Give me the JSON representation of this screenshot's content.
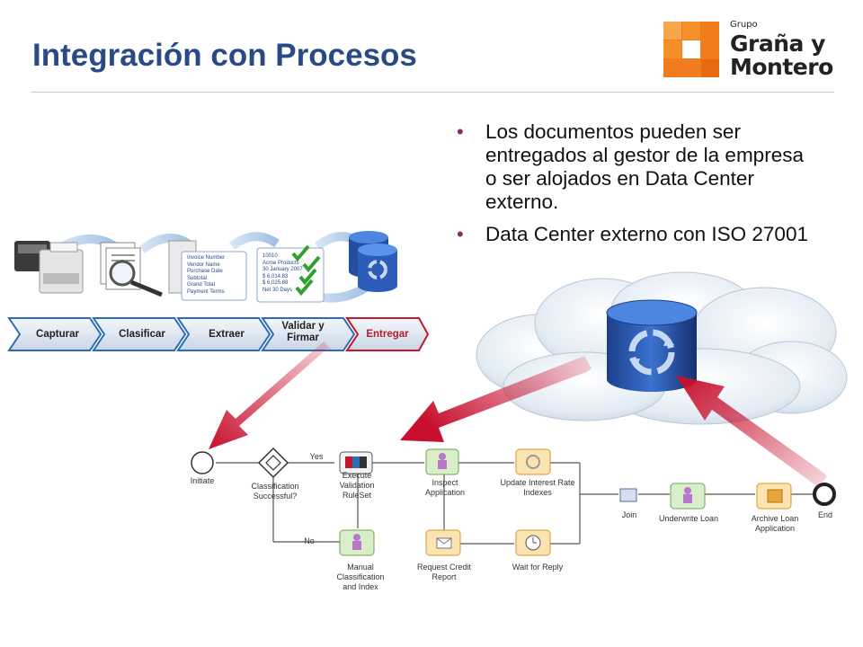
{
  "slide": {
    "title": "Integración con Procesos"
  },
  "logo": {
    "small_text": "Grupo",
    "line1": "Graña y",
    "line2": "Montero",
    "orange": "#f07c1e",
    "light_orange": "#f7a64a"
  },
  "bullets": [
    "Los documentos pueden ser entregados al gestor de la empresa o ser alojados en Data Center externo.",
    "Data Center externo con ISO 27001"
  ],
  "pipeline": {
    "steps": [
      "Capturar",
      "Clasificar",
      "Extraer",
      "Validar y Firmar",
      "Entregar"
    ],
    "step_color": "#2e6db4",
    "active_step_color": "#c0182c",
    "doc1_lines": [
      "Invoice Number",
      "Vendor Name",
      "Purchase Date",
      "Subtotal",
      "Grand Total",
      "Payment Terms"
    ],
    "doc2_lines": [
      "10010",
      "Acme Products",
      "30 January 2007",
      "$ 6,014.83",
      "$ 6,025.88",
      "Net 30 Days"
    ]
  },
  "bpmn": {
    "nodes": {
      "initiate": "Initiate",
      "classification": "Classification Successful?",
      "execute": "Execute Validation RuleSet",
      "inspect": "Inspect Application",
      "update": "Update Interest Rate Indexes",
      "manual": "Manual Classification and Index",
      "request": "Request Credit Report",
      "wait": "Wait for Reply",
      "join": "Join",
      "underwrite": "Underwrite Loan",
      "archive": "Archive Loan Application",
      "end": "End"
    },
    "edges": {
      "yes": "Yes",
      "no": "No"
    }
  },
  "colors": {
    "title": "#2a4a86",
    "arrow_red": "#c8102e",
    "bullet_dot": "#8a2a6a"
  }
}
